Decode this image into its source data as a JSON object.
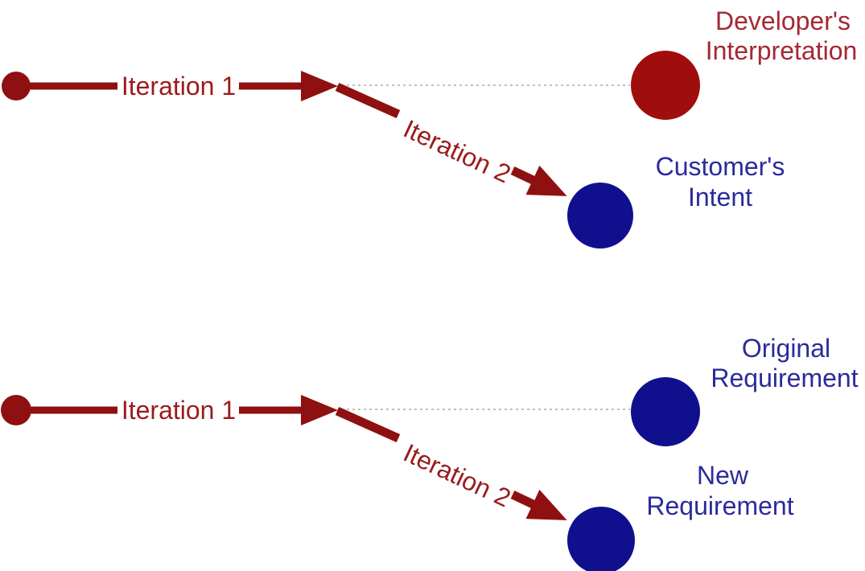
{
  "colors": {
    "maroon": "#8F1010",
    "iteration_label_red": "#9A1B1B",
    "far_label_red": "#A52834",
    "label_blue": "#2B2B9B",
    "red_circle": "#A00D0D",
    "blue_circle": "#10108E",
    "dotted_gray": "#AAAAAA"
  },
  "diagrams": [
    {
      "iteration1_label": "Iteration 1",
      "iteration2_label": "Iteration 2",
      "far_node": {
        "label_line1": "Developer's",
        "label_line2": "Interpretation",
        "color": "#A00D0D"
      },
      "near_node": {
        "label_line1": "Customer's",
        "label_line2": "Intent",
        "color": "#10108E"
      }
    },
    {
      "iteration1_label": "Iteration 1",
      "iteration2_label": "Iteration 2",
      "far_node": {
        "label_line1": "Original",
        "label_line2": "Requirement",
        "color": "#10108E"
      },
      "near_node": {
        "label_line1": "New",
        "label_line2": "Requirement",
        "color": "#10108E"
      }
    }
  ]
}
